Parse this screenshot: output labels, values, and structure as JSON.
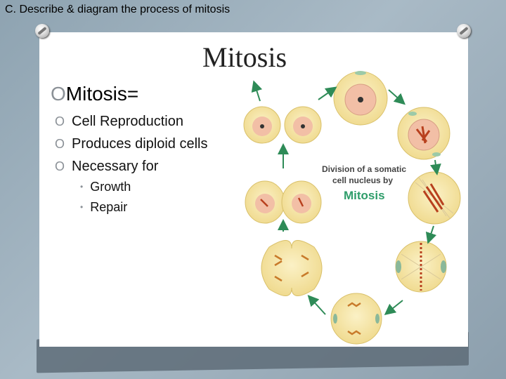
{
  "header": {
    "text": "C.  Describe & diagram the process of mitosis"
  },
  "slide": {
    "title": "Mitosis",
    "main_bullet": {
      "marker": "O",
      "text": "Mitosis="
    },
    "bullets": [
      {
        "marker": "O",
        "text": "Cell Reproduction"
      },
      {
        "marker": "O",
        "text": "Produces diploid cells"
      },
      {
        "marker": "O",
        "text": "Necessary for"
      }
    ],
    "sub_bullets": [
      {
        "marker": "•",
        "text": "Growth"
      },
      {
        "marker": "•",
        "text": "Repair"
      }
    ]
  },
  "diagram": {
    "caption_line1": "Division of a somatic",
    "caption_line2": "cell nucleus by",
    "caption_word": "Mitosis",
    "colors": {
      "cell": "#f6e6a8",
      "nucleus": "#f2bfa6",
      "arrow": "#2e8b57",
      "caption_word": "#2e9d6a",
      "chromosome": "#b8401e"
    }
  }
}
